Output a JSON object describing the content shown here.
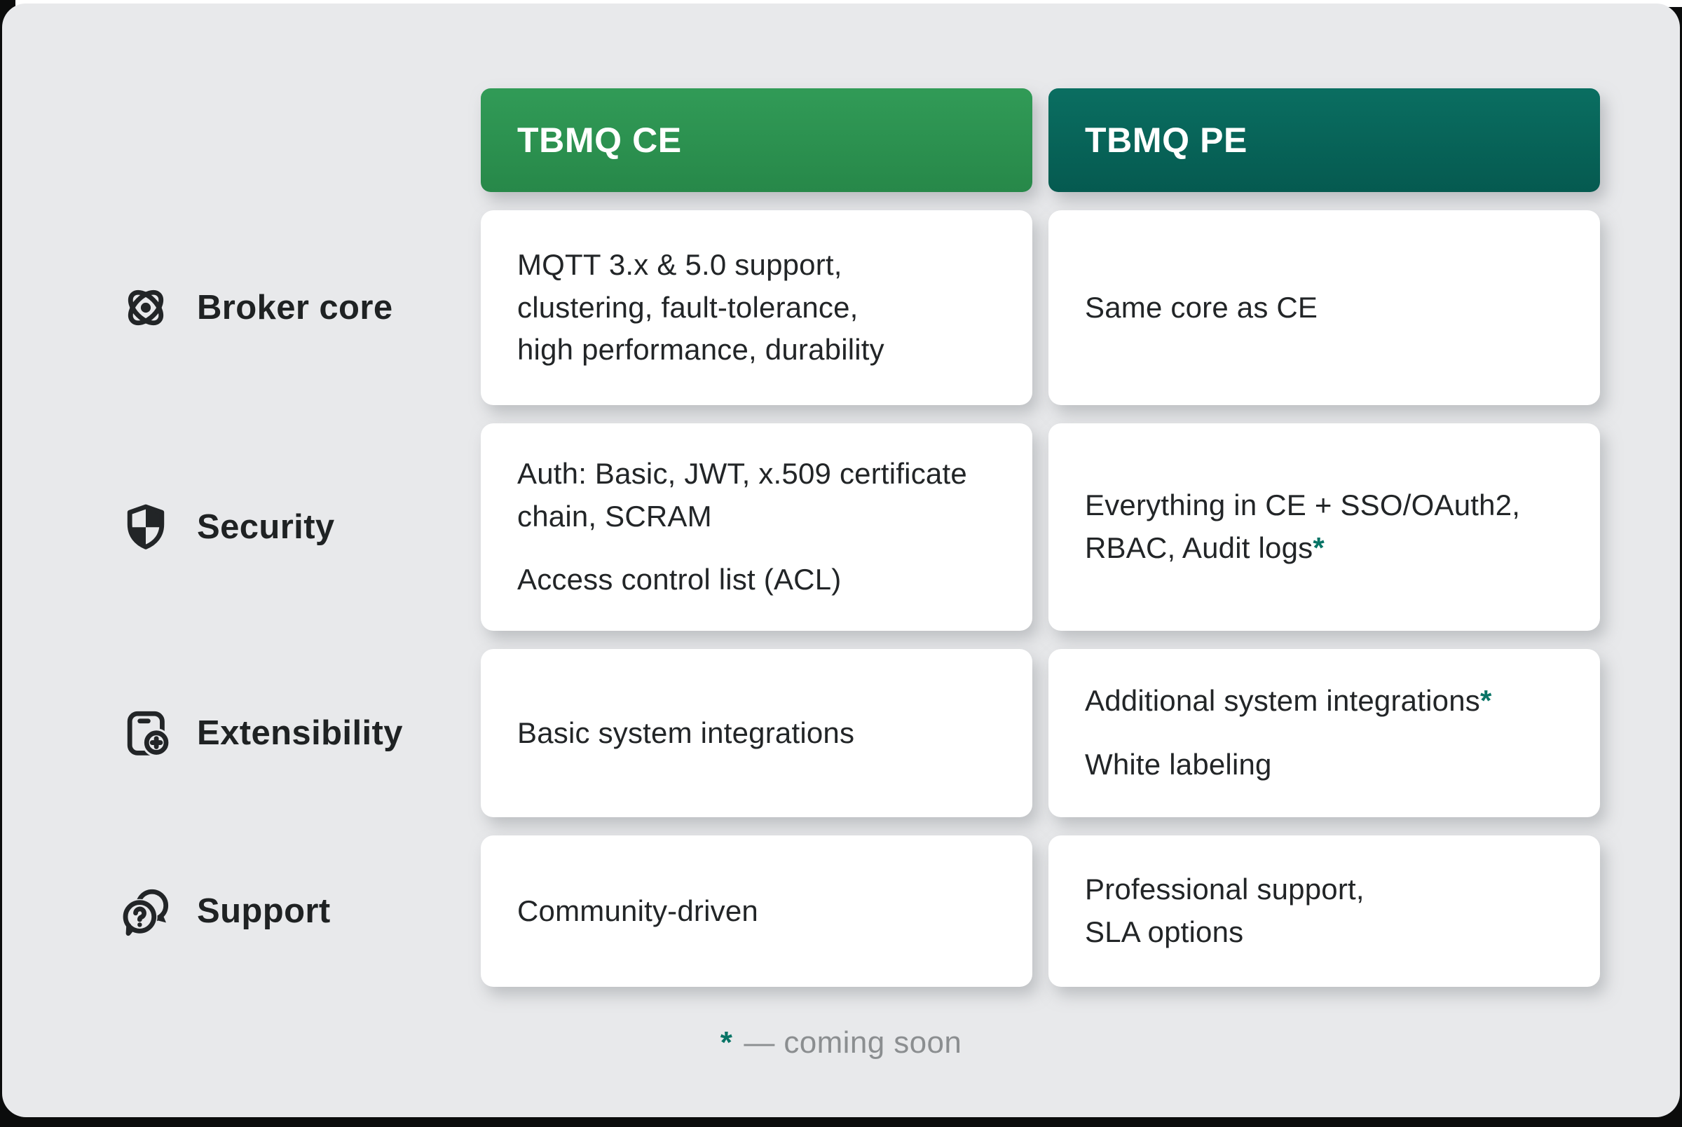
{
  "columns": [
    {
      "id": "ce",
      "label": "TBMQ CE"
    },
    {
      "id": "pe",
      "label": "TBMQ PE"
    }
  ],
  "rows": [
    {
      "label": "Broker core",
      "icon": "atom-icon",
      "ce": {
        "p1": "MQTT 3.x & 5.0 support,\nclustering, fault-tolerance,\nhigh performance, durability"
      },
      "pe": {
        "p1": "Same core as CE"
      }
    },
    {
      "label": "Security",
      "icon": "shield-icon",
      "ce": {
        "p1": "Auth: Basic, JWT, x.509 certificate\nchain, SCRAM",
        "p2": "Access control list (ACL)"
      },
      "pe": {
        "p1": "Everything in CE + SSO/OAuth2,\nRBAC, Audit logs",
        "p1_mark": "*"
      }
    },
    {
      "label": "Extensibility",
      "icon": "device-plus-icon",
      "ce": {
        "p1": "Basic system integrations"
      },
      "pe": {
        "p1": "Additional system integrations",
        "p1_mark": "*",
        "p2": "White labeling"
      }
    },
    {
      "label": "Support",
      "icon": "chat-question-icon",
      "ce": {
        "p1": "Community-driven"
      },
      "pe": {
        "p1": "Professional support,\nSLA options"
      }
    }
  ],
  "footnote": {
    "mark": "*",
    "text": "— coming soon"
  },
  "colors": {
    "background": "#e8e9eb",
    "card": "#ffffff",
    "ce_header": "#2d9452",
    "pe_header": "#08665a",
    "accent_asterisk": "#087466",
    "text": "#222527",
    "footnote_text": "#8b8e90"
  }
}
